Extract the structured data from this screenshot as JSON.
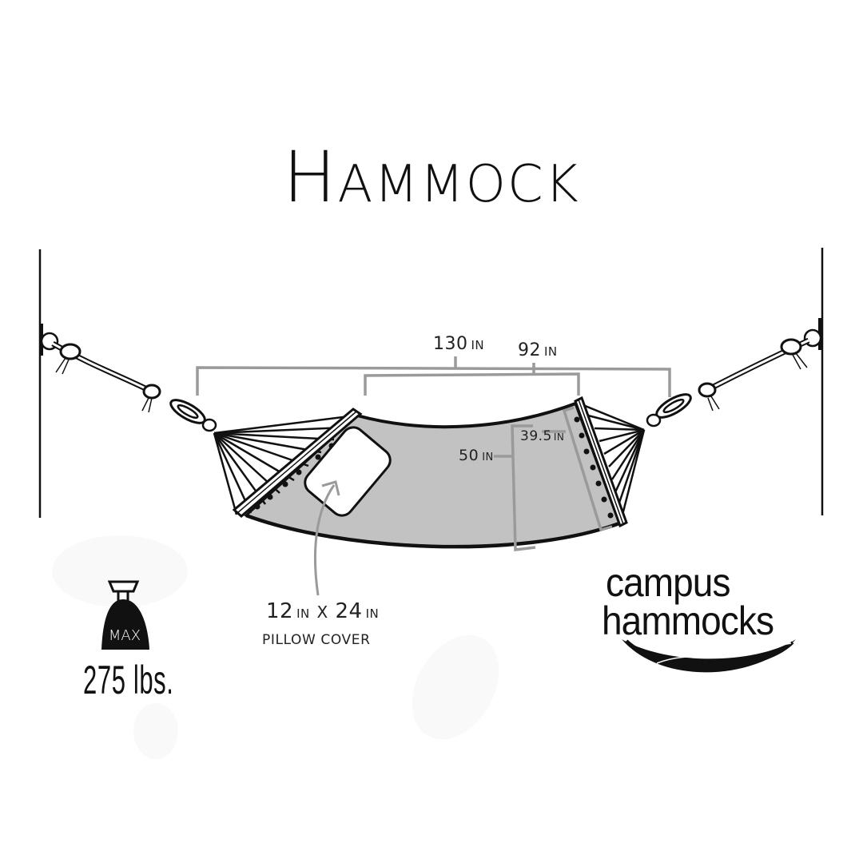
{
  "title": {
    "first": "H",
    "rest": "AMMOCK"
  },
  "dimensions": {
    "overall_length": {
      "value": "130",
      "unit": "IN"
    },
    "bed_length": {
      "value": "92",
      "unit": "IN"
    },
    "bed_width": {
      "value": "50",
      "unit": "IN"
    },
    "spreader_bar": {
      "value": "39.5",
      "unit": "IN"
    }
  },
  "pillow": {
    "size_a": "12",
    "unit_a": "IN",
    "x": "X",
    "size_b": "24",
    "unit_b": "IN",
    "label": "PILLOW COVER"
  },
  "max_weight": {
    "badge": "MAX",
    "value": "275 lbs."
  },
  "brand": {
    "line1": "campus",
    "line2": "hammocks"
  },
  "colors": {
    "hammock_fill": "#c2c2c2",
    "dimension_lines": "#9a9a9a",
    "ink": "#111111",
    "background": "#ffffff"
  },
  "icons": [
    "weight-icon",
    "hammock-logo-icon",
    "arrow-icon"
  ]
}
